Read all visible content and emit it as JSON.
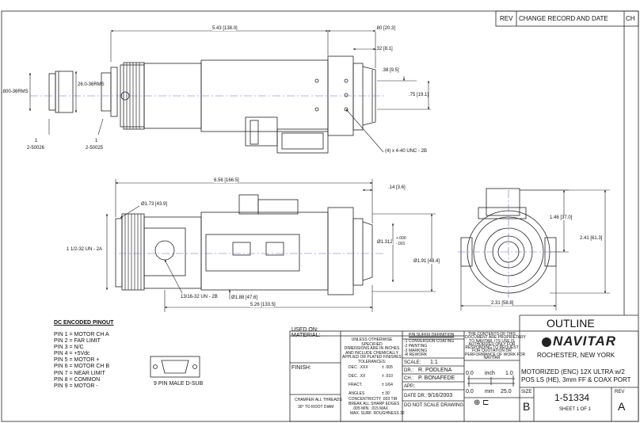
{
  "revision_block": {
    "rev": "REV",
    "change_record": "CHANGE RECORD AND DATE",
    "ch": "CH"
  },
  "dims": {
    "top_overall": "5.43 [138.0]",
    "top_80": ".80 [20.3]",
    "top_32": ".32 [8.1]",
    "top_38": ".38 [9.5]",
    "top_75": ".75 [19.1]",
    "thread_26": "26.0-36RMS",
    "thread_800": ".800-36RMS",
    "screws": "(4) x 4-40 UNC - 2B",
    "side_overall": "6.56 [166.5]",
    "side_14": ".14 [3.6]",
    "dia_173": "Ø1.73 [43.9]",
    "thread_112": "1 1/2-32 UN - 2A",
    "dia_1312": "Ø1.312",
    "tol_plus": "+.000",
    "tol_minus": "-.001",
    "dia_191": "Ø1.91 [48.4]",
    "thread_1316": "13/16-32 UN - 2B",
    "dia_188": "Ø1.88 [47.6]",
    "side_526": "5.26 [133.5]",
    "end_146": "1.46 [37.0]",
    "end_241": "2.41 [61.3]",
    "end_231": "2.31 [58.8]"
  },
  "part_labels": {
    "p1_num": "1",
    "p1_code": "2-50026",
    "p2_num": "1",
    "p2_code": "2-50025"
  },
  "pinout": {
    "title": "DC ENCODED PINOUT",
    "pins": [
      "PIN 1 = MOTOR CH A",
      "PIN 2 = FAR LIMIT",
      "PIN 3 = N/C",
      "PIN 4 = +5Vdc",
      "PIN 5 = MOTOR +",
      "PIN 6 = MOTOR CH B",
      "PIN 7 = NEAR LIMIT",
      "PIN 8 = COMMON",
      "PIN 9 = MOTOR -"
    ],
    "connector_label": "9 PIN MALE D-SUB"
  },
  "title_block": {
    "used_on": "USED ON:",
    "material": "MATERIAL:",
    "finish": "FINISH:",
    "chamfer": "CHAMFER ALL THREADS",
    "chamfer2": "30° TO ROOT DIAM",
    "notes": [
      "UNLESS OTHERWISE",
      "SPECIFIED",
      "DIMENSIONS ARE IN INCHES",
      "AND INCLUDE CHEMICALLY",
      "APPLIED OR PLATED FINISHES"
    ],
    "tolerances": "TOLERANCES:",
    "tol_rows": [
      [
        "DEC. .XXX",
        "± .005"
      ],
      [
        "DEC. .XX",
        "± .010"
      ],
      [
        "FRACT.",
        "± 1/64"
      ],
      [
        "ANGLES",
        "± 30'"
      ]
    ],
    "concentricity": "CONCENTRICITY   .003 TIR",
    "break_edges": "BREAK ALL SHARP EDGES",
    "break_vals": ".005 MIN. .015 MAX",
    "max_surf": "MAX. SURF. ROUGHNESS   32",
    "suffix_title": "P/N SUFFIX DEFINITION",
    "suffix_rows": [
      "-1 CONVERSION COATING",
      "-2 PAINTING",
      "-3 MARKING",
      "-R REWORK"
    ],
    "scale_label": "SCALE:",
    "scale": "1:1",
    "dr_label": "DR.:",
    "dr": "R. PODLENA",
    "ch_label": "CH.:",
    "ch": "P. BONAFEDE",
    "app_label": "APP.:",
    "date_label": "DATE DR.:",
    "date": "9/16/2003",
    "do_not_scale": "DO NOT SCALE DRAWING",
    "proprietary": [
      "THE CONTENTS OF THIS",
      "DOCUMENT ARE PROPRIETARY",
      "TO NAVITAR. ITS USE IS",
      "AUTHORIZED ONLY FOR",
      "RESPONDING TO REQUEST",
      "FOR QUOTATION OR",
      "PERFORMANCE OF WORK FOR",
      "NAVITAR"
    ],
    "scale_top": [
      "0.0",
      "inch",
      "1.0"
    ],
    "scale_bot": [
      "0.0",
      "mm",
      "25.0"
    ],
    "outline": "OUTLINE",
    "company": "NAVITAR",
    "location": "ROCHESTER, NEW YORK",
    "desc1": "MOTORIZED (ENC) 12X ULTRA w/2",
    "desc2": "POS LS (HE), 3mm FF & COAX PORT",
    "size_label": "SIZE",
    "size": "B",
    "part_number": "1-51334",
    "rev_label": "REV",
    "rev": "A",
    "sheet": "SHEET 1 OF 1"
  }
}
